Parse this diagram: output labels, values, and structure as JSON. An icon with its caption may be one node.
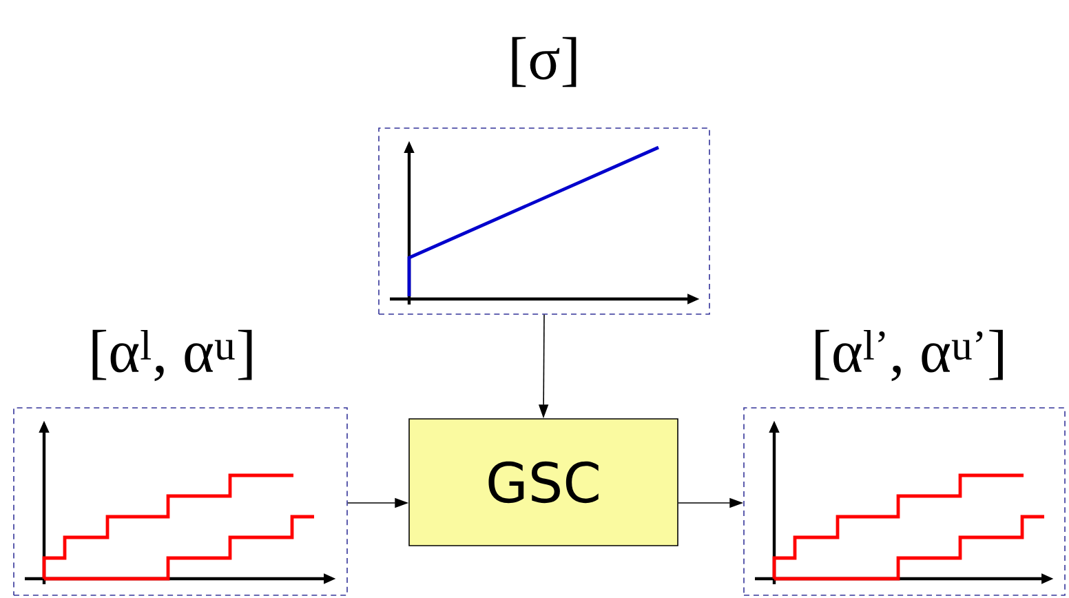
{
  "diagram": {
    "nodes": [
      {
        "text": [
          "[σ]"
        ]
      },
      {
        "text": [
          "[α$^{l}$, α$^{u}$]"
        ]
      },
      {
        "text": [
          "GSC"
        ]
      },
      {
        "text": [
          "[α$^{l’}$, α$^{u’}$]"
        ]
      }
    ],
    "edges": [
      {
        "from": 0,
        "to": 2,
        "arrow": "to"
      },
      {
        "from": 1,
        "to": 2,
        "arrow": "to"
      },
      {
        "from": 2,
        "to": 3,
        "arrow": "to"
      }
    ]
  }
}
